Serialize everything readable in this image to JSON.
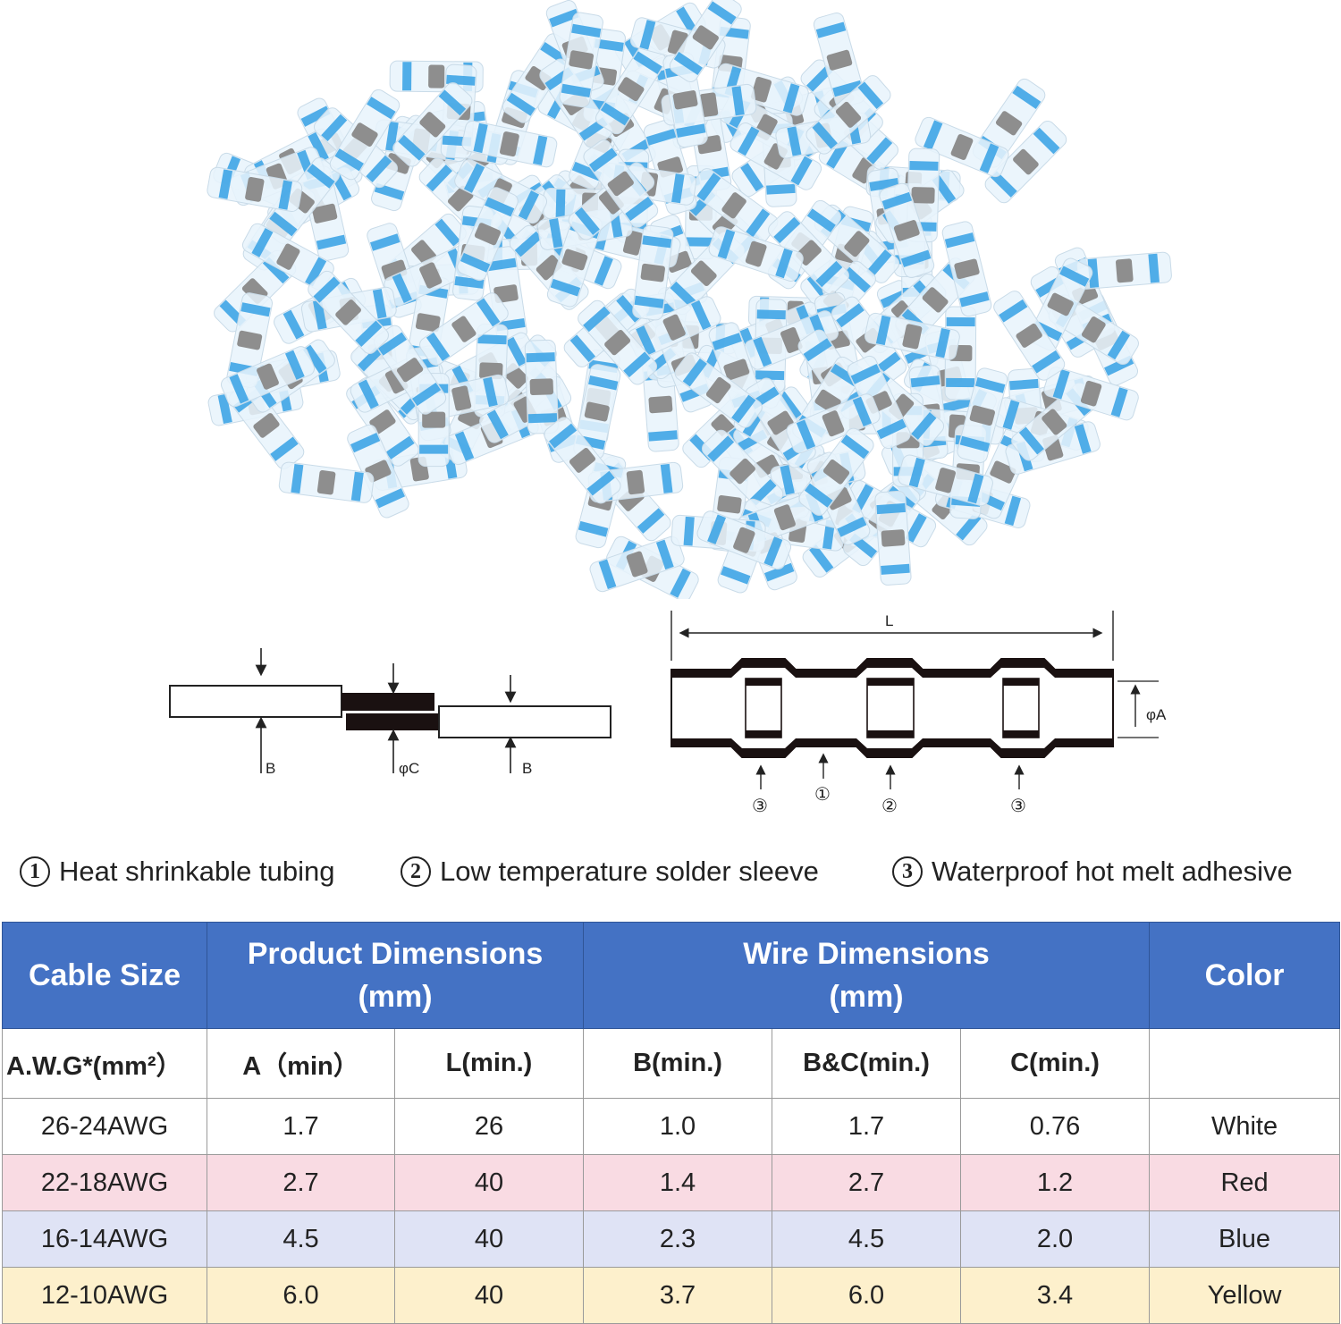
{
  "photo": {
    "subject": "heat shrink solder seal wire connectors",
    "sleeve_color": "#3fa5e6",
    "band_color": "#8e8e8e"
  },
  "diagram_left": {
    "label_b1": "B",
    "label_c": "φC",
    "label_b2": "B"
  },
  "diagram_right": {
    "label_l": "L",
    "label_a": "φA",
    "markers": [
      "③",
      "①",
      "②",
      "③"
    ]
  },
  "legend": [
    {
      "num": "1",
      "text": "Heat shrinkable tubing"
    },
    {
      "num": "2",
      "text": "Low temperature solder sleeve"
    },
    {
      "num": "3",
      "text": "Waterproof hot melt adhesive"
    }
  ],
  "table": {
    "header": {
      "cable_size": "Cable Size",
      "product_dims": [
        "Product Dimensions",
        "(mm)"
      ],
      "wire_dims": [
        "Wire Dimensions",
        "(mm)"
      ],
      "color": "Color"
    },
    "subheader": [
      "A.W.G*(mm²）",
      "A（min）",
      "L(min.)",
      "B(min.)",
      "B&C(min.)",
      "C(min.)",
      ""
    ],
    "rows": [
      {
        "cells": [
          "26-24AWG",
          "1.7",
          "26",
          "1.0",
          "1.7",
          "0.76",
          "White"
        ],
        "bg": "#ffffff"
      },
      {
        "cells": [
          "22-18AWG",
          "2.7",
          "40",
          "1.4",
          "2.7",
          "1.2",
          "Red"
        ],
        "bg": "#f9dbe3"
      },
      {
        "cells": [
          "16-14AWG",
          "4.5",
          "40",
          "2.3",
          "4.5",
          "2.0",
          "Blue"
        ],
        "bg": "#dfe3f5"
      },
      {
        "cells": [
          "12-10AWG",
          "6.0",
          "40",
          "3.7",
          "6.0",
          "3.4",
          "Yellow"
        ],
        "bg": "#fdf0cc"
      }
    ],
    "header_color": "#4472c4"
  }
}
